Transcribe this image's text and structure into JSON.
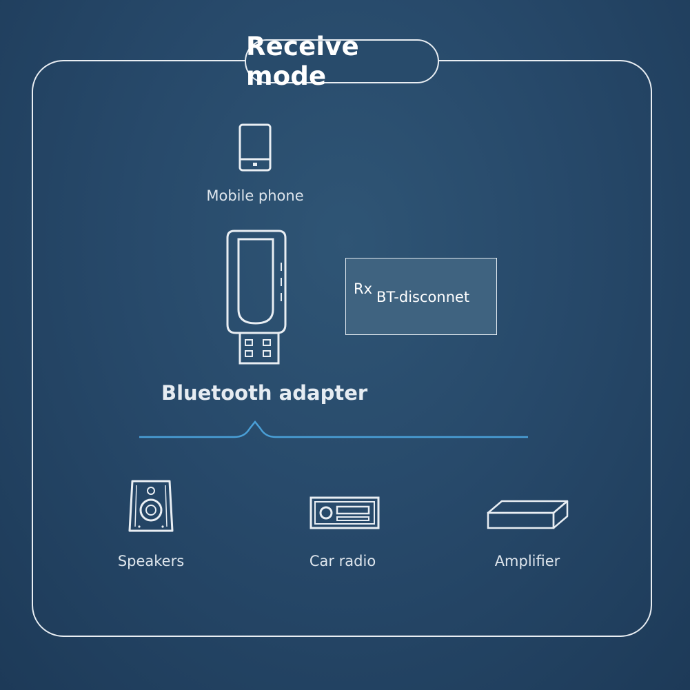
{
  "title": "Receive mode",
  "source": {
    "label": "Mobile phone",
    "icon": "mobile-phone-icon"
  },
  "adapter": {
    "label": "Bluetooth adapter",
    "icon": "bluetooth-adapter-icon"
  },
  "status_display": {
    "prefix": "Rx",
    "text": "BT-disconnet"
  },
  "outputs": [
    {
      "label": "Speakers",
      "icon": "speaker-icon"
    },
    {
      "label": "Car radio",
      "icon": "car-radio-icon"
    },
    {
      "label": "Amplifier",
      "icon": "amplifier-icon"
    }
  ],
  "colors": {
    "background": "#27496a",
    "line": "#e9eef3",
    "bracket": "#4aa0d8",
    "status_box": "#3f6380"
  }
}
